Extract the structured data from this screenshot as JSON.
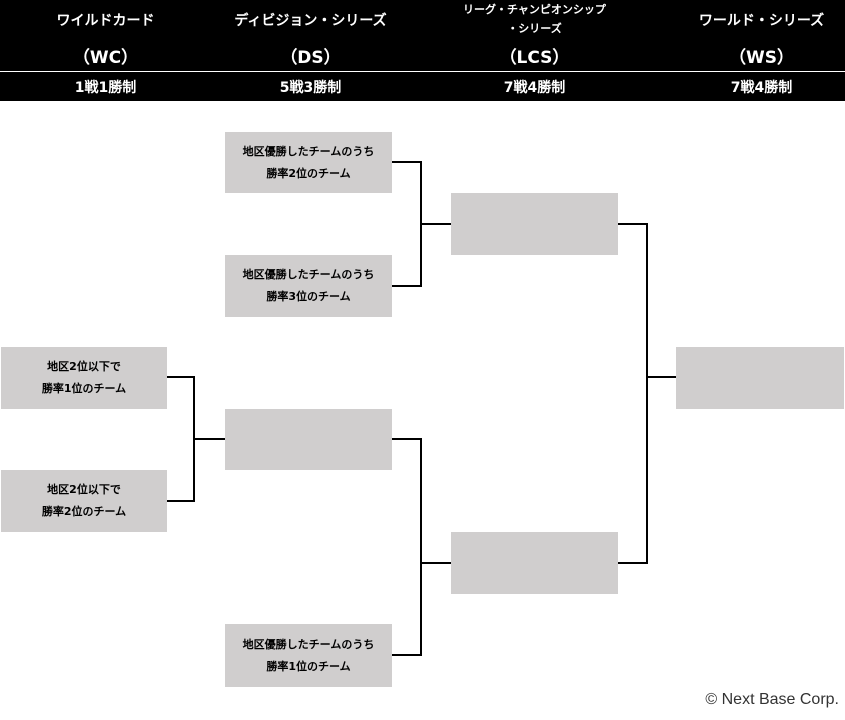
{
  "rounds": [
    {
      "name_line1": "ワイルドカード",
      "abbr": "（WC）",
      "format": "1戦1勝制"
    },
    {
      "name_line1": "ディビジョン・シリーズ",
      "abbr": "（DS）",
      "format": "5戦3勝制"
    },
    {
      "name_line1": "リーグ・チャンピオンシップ",
      "name_line2": "・シリーズ",
      "abbr": "（LCS）",
      "format": "7戦4勝制"
    },
    {
      "name_line1": "ワールド・シリーズ",
      "abbr": "（WS）",
      "format": "7戦4勝制"
    }
  ],
  "wc_slots": [
    {
      "line1": "地区2位以下で",
      "line2": "勝率1位のチーム"
    },
    {
      "line1": "地区2位以下で",
      "line2": "勝率2位のチーム"
    }
  ],
  "ds_slots": [
    {
      "line1": "地区優勝したチームのうち",
      "line2": "勝率2位のチーム"
    },
    {
      "line1": "地区優勝したチームのうち",
      "line2": "勝率3位のチーム"
    },
    {
      "line1": "",
      "line2": ""
    },
    {
      "line1": "地区優勝したチームのうち",
      "line2": "勝率1位のチーム"
    }
  ],
  "copyright": "© Next Base Corp.",
  "colors": {
    "header_bg": "#000000",
    "slot_fill": "#d0cece",
    "line": "#000000"
  }
}
